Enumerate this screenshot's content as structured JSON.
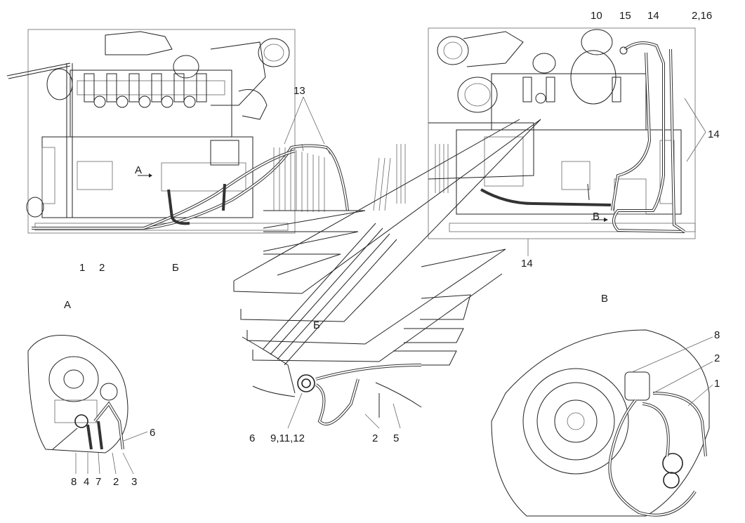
{
  "labels": {
    "l_1": "1",
    "l_2": "2",
    "l_B_main": "Б",
    "l_13": "13",
    "l_A_main": "А",
    "l_10": "10",
    "l_15": "15",
    "l_14_top": "14",
    "l_2_16": "2,16",
    "l_14_right": "14",
    "l_V_main": "В",
    "l_14_bottom": "14",
    "l_A_view": "А",
    "l_6_a": "6",
    "l_8_a": "8",
    "l_4_a": "4",
    "l_7_a": "7",
    "l_2_a": "2",
    "l_3_a": "3",
    "l_B_view": "Б",
    "l_6_b": "6",
    "l_9_11_12": "9,11,12",
    "l_2_b": "2",
    "l_5_b": "5",
    "l_V_view": "В",
    "l_8_v": "8",
    "l_2_v": "2",
    "l_1_v": "1"
  }
}
